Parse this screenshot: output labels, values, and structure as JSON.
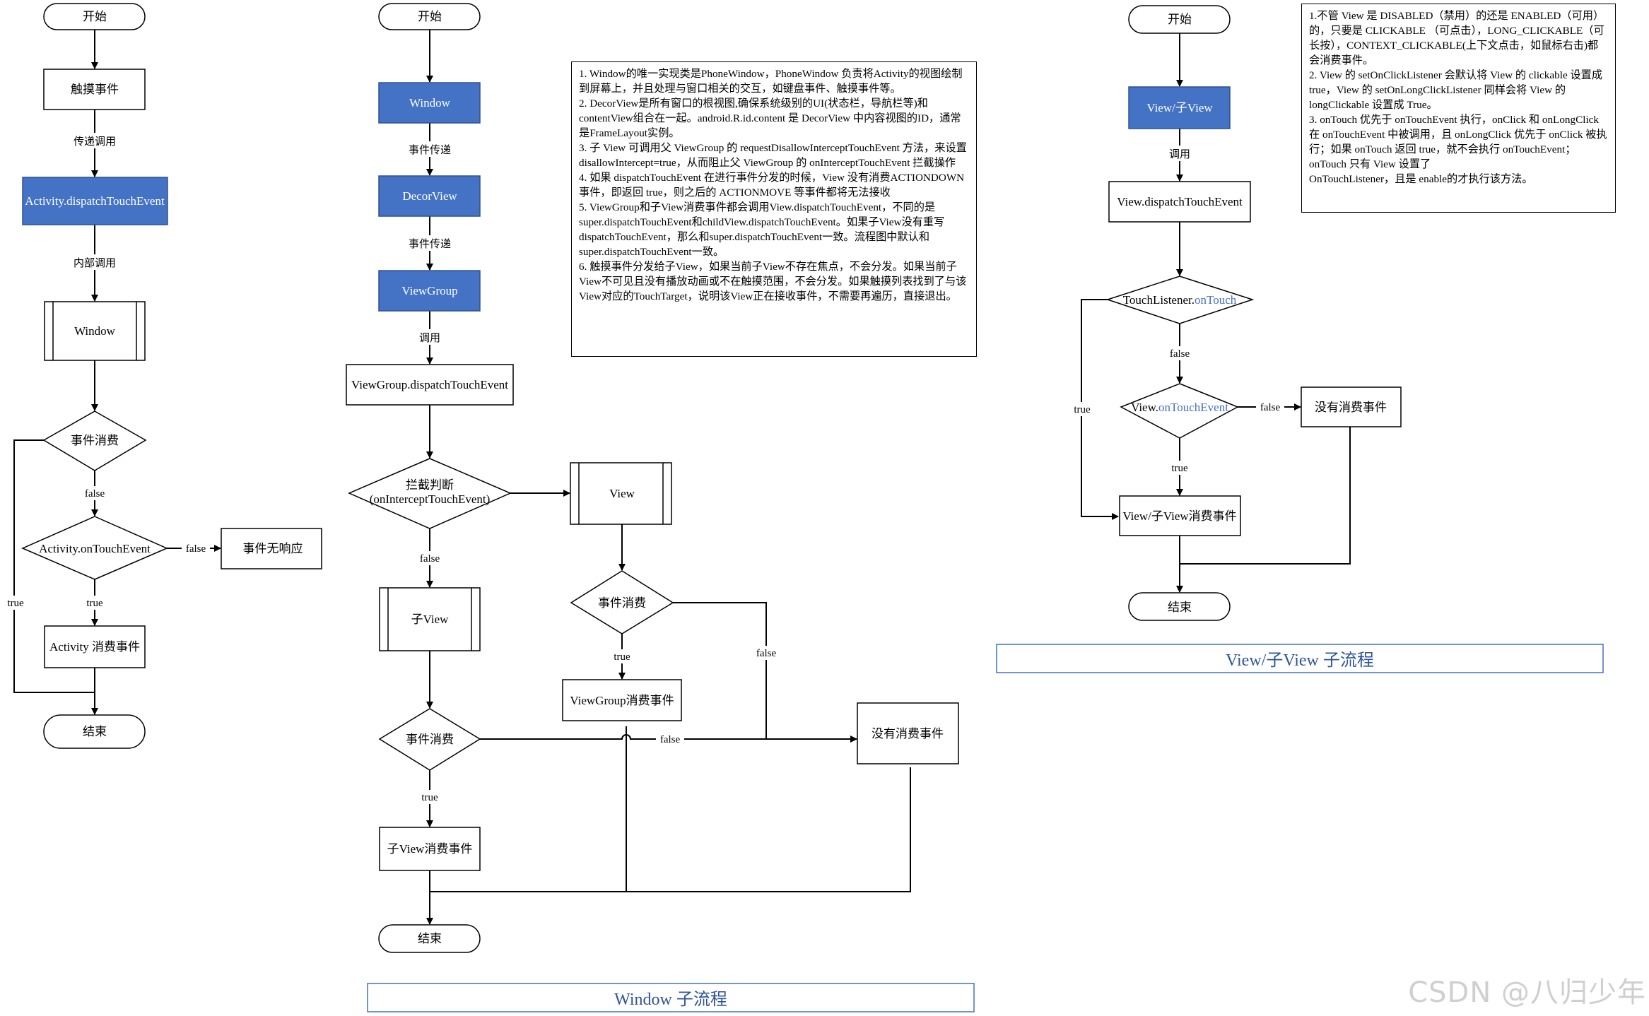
{
  "colors": {
    "accent_fill": "#4472c4",
    "accent_text": "#4472c4",
    "line": "#000000",
    "section_title": "#2f5597",
    "watermark": "#cfcfcf"
  },
  "left_flow": {
    "start": "开始",
    "touch_event": "触摸事件",
    "label_pass_call": "传递调用",
    "activity_dispatch": "Activity.dispatchTouchEvent",
    "label_internal_call": "内部调用",
    "window": "Window",
    "event_consumed": "事件消费",
    "label_false_1": "false",
    "activity_on_touch": "Activity.onTouchEvent",
    "label_false_2": "false",
    "no_response": "事件无响应",
    "label_true_1": "true",
    "label_true_2": "true",
    "activity_consume": "Activity 消费事件",
    "end": "结束"
  },
  "middle_flow": {
    "start": "开始",
    "window": "Window",
    "label_pass_1": "事件传递",
    "decor_view": "DecorView",
    "label_pass_2": "事件传递",
    "view_group": "ViewGroup",
    "label_call": "调用",
    "vg_dispatch": "ViewGroup.dispatchTouchEvent",
    "intercept_line1": "拦截判断",
    "intercept_line2": "(onInterceptTouchEvent)",
    "label_false_intercept": "false",
    "child_view": "子View",
    "view": "View",
    "view_consumed": "事件消费",
    "label_true_view": "true",
    "label_false_view": "false",
    "vg_consume": "ViewGroup消费事件",
    "child_consumed": "事件消费",
    "label_false_child": "false",
    "no_consume": "没有消费事件",
    "label_true_child": "true",
    "child_consume_event": "子View消费事件",
    "end": "结束",
    "section_title": "Window 子流程"
  },
  "middle_notes": [
    "1. Window的唯一实现类是PhoneWindow，PhoneWindow 负责将Activity的视图绘制到屏幕上，并且处理与窗口相关的交互，如键盘事件、触摸事件等。",
    "2. DecorView是所有窗口的根视图,确保系统级别的UI(状态栏，导航栏等)和contentView组合在一起。android.R.id.content 是 DecorView 中内容视图的ID，通常是FrameLayout实例。",
    "3. 子 View 可调用父 ViewGroup 的 requestDisallowInterceptTouchEvent 方法，来设置 disallowIntercept=true，从而阻止父 ViewGroup 的 onInterceptTouchEvent 拦截操作",
    "4. 如果 dispatchTouchEvent 在进行事件分发的时候，View 没有消费ACTIONDOWN 事件，即返回 true，则之后的 ACTIONMOVE 等事件都将无法接收",
    "5. ViewGroup和子View消费事件都会调用View.dispatchTouchEvent，不同的是super.dispatchTouchEvent和childView.dispatchTouchEvent。如果子View没有重写dispatchTouchEvent，那么和super.dispatchTouchEvent一致。流程图中默认和super.dispatchTouchEvent一致。",
    "6. 触摸事件分发给子View，如果当前子View不存在焦点，不会分发。如果当前子View不可见且没有播放动画或不在触摸范围，不会分发。如果触摸列表找到了与该View对应的TouchTarget，说明该View正在接收事件，不需要再遍历，直接退出。"
  ],
  "right_flow": {
    "start": "开始",
    "view_child_view": "View/子View",
    "label_call": "调用",
    "view_dispatch": "View.dispatchTouchEvent",
    "touch_listener_prefix": "TouchListener.",
    "touch_listener_suffix": "onTouch",
    "label_false_1": "false",
    "label_true_left": "true",
    "view_on_touch_prefix": "View.",
    "view_on_touch_suffix": "onTouchEvent",
    "label_false_2": "false",
    "no_consume": "没有消费事件",
    "label_true_2": "true",
    "view_consume": "View/子View消费事件",
    "end": "结束",
    "section_title": "View/子View 子流程"
  },
  "right_notes": [
    "1.不管 View 是 DISABLED（禁用）的还是 ENABLED（可用）的，只要是 CLICKABLE （可点击），LONG_CLICKABLE（可长按），CONTEXT_CLICKABLE(上下文点击，如鼠标右击)都会消费事件。",
    "2. View 的 setOnClickListener 会默认将 View 的 clickable 设置成 true，View 的 setOnLongClickListener 同样会将 View 的 longClickable 设置成 True。",
    "3. onTouch 优先于 onTouchEvent 执行，onClick 和 onLongClick 在 onTouchEvent 中被调用，且 onLongClick 优先于 onClick 被执行；如果 onTouch 返回 true，就不会执行 onTouchEvent；onTouch 只有 View 设置了",
    "OnTouchListener，且是 enable的才执行该方法。"
  ],
  "watermark": "CSDN @八归少年"
}
